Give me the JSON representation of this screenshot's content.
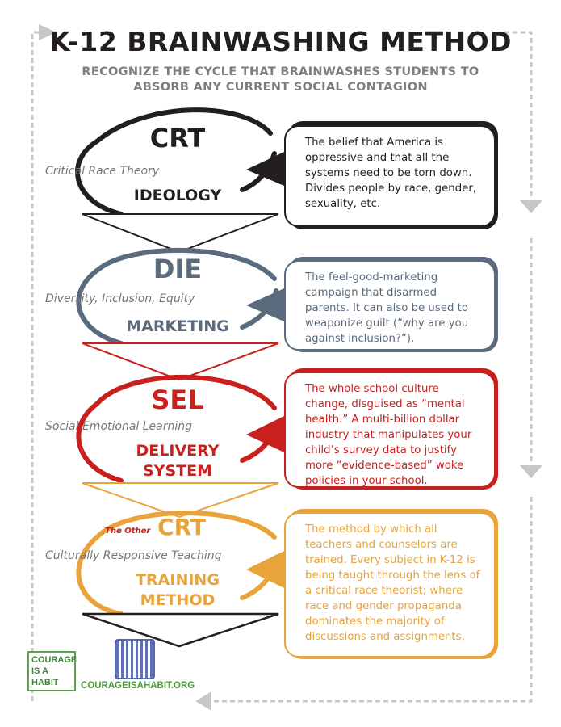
{
  "title": "K-12 BRAINWASHING METHOD",
  "subtitle": "RECOGNIZE THE CYCLE THAT BRAINWASHES STUDENTS TO ABSORB ANY CURRENT SOCIAL CONTAGION",
  "stages": [
    {
      "acronym": "CRT",
      "prefix": "",
      "full_name": "Critical Race Theory",
      "role": "IDEOLOGY",
      "description": "The belief that America is oppressive and that all the systems need to be torn down. Divides people by race, gender, sexuality, etc.",
      "color": "#231f20",
      "box_text_color": "#231f20"
    },
    {
      "acronym": "DIE",
      "prefix": "",
      "full_name": "Diversity, Inclusion, Equity",
      "role": "MARKETING",
      "description": "The feel-good-marketing campaign that disarmed parents. It can also be used to weaponize guilt (“why are you against inclusion?”).",
      "color": "#5a6b7e",
      "box_text_color": "#5a6b7e"
    },
    {
      "acronym": "SEL",
      "prefix": "",
      "full_name": "Social Emotional Learning",
      "role": "DELIVERY SYSTEM",
      "description": "The whole school culture change, disguised as “mental health.” A multi-billion dollar industry that manipulates your child’s survey data to justify more “evidence-based” woke policies in your school.",
      "color": "#c8201d",
      "box_text_color": "#c8201d"
    },
    {
      "acronym": "CRT",
      "prefix": "The Other",
      "full_name": "Culturally Responsive Teaching",
      "role": "TRAINING METHOD",
      "description": "The method by which all teachers and counselors are trained. Every subject in K-12 is being taught through the lens of a critical race theorist; where race and gender propaganda dominates the majority of discussions and assignments.",
      "color": "#e8a33a",
      "box_text_color": "#e8a33a"
    }
  ],
  "logo": {
    "line1": "COURAGE",
    "line2": "IS A",
    "line3": "HABIT"
  },
  "website": "COURAGEISAHABIT.ORG"
}
